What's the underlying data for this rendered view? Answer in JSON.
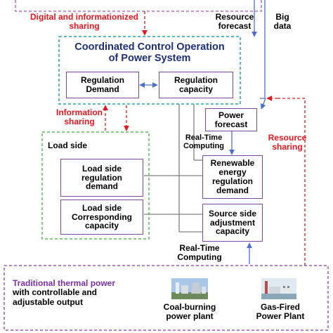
{
  "labels": {
    "digital_sharing_line1": "Digital and informationized",
    "digital_sharing_line2": "sharing",
    "resource_forecast_line1": "Resource",
    "resource_forecast_line2": "forecast",
    "big_data_line1": "Big",
    "big_data_line2": "data",
    "main_title_line1": "Coordinated Control Operation",
    "main_title_line2": "of Power System",
    "regulation_demand_line1": "Regulation",
    "regulation_demand_line2": "Demand",
    "regulation_capacity_line1": "Regulation",
    "regulation_capacity_line2": "capacity",
    "information_sharing_line1": "Information",
    "information_sharing_line2": "sharing",
    "power_forecast_line1": "Power",
    "power_forecast_line2": "forecast",
    "rt_computing_upper_line1": "Real-Time",
    "rt_computing_upper_line2": "Computing",
    "resource_sharing_line1": "Resource",
    "resource_sharing_line2": "sharing",
    "load_side_title": "Load side",
    "load_demand_line1": "Load side",
    "load_demand_line2": "regulation",
    "load_demand_line3": "demand",
    "renewable_line1": "Renewable",
    "renewable_line2": "energy",
    "renewable_line3": "regulation",
    "renewable_line4": "demand",
    "load_capacity_line1": "Load side",
    "load_capacity_line2": "Corresponding",
    "load_capacity_line3": "capacity",
    "source_adjust_line1": "Source side",
    "source_adjust_line2": "adjustment",
    "source_adjust_line3": "capacity",
    "rt_computing_lower_line1": "Real-Time",
    "rt_computing_lower_line2": "Computing",
    "thermal_line1": "Traditional thermal power",
    "thermal_line2": "with controllable and",
    "thermal_line3": "adjustable output",
    "coal_plant_line1": "Coal-burning",
    "coal_plant_line2": "power plant",
    "gas_plant_line1": "Gas-Fired",
    "gas_plant_line2": "Power Plant"
  },
  "colors": {
    "red_text": "#e8141b",
    "purple_text": "#7b2fa6",
    "navy_title": "#1d2f7c",
    "box_border": "#7b4a9a",
    "teal_dashed": "#21a3b5",
    "green_dashed": "#5bb85b",
    "purple_dashed": "#9b59b6",
    "red_dashed": "#e8141b",
    "arrow_blue": "#4a6fd1",
    "line_gray": "#808080"
  },
  "icons": [
    "coal-power-plant-icon",
    "gas-power-plant-icon"
  ]
}
